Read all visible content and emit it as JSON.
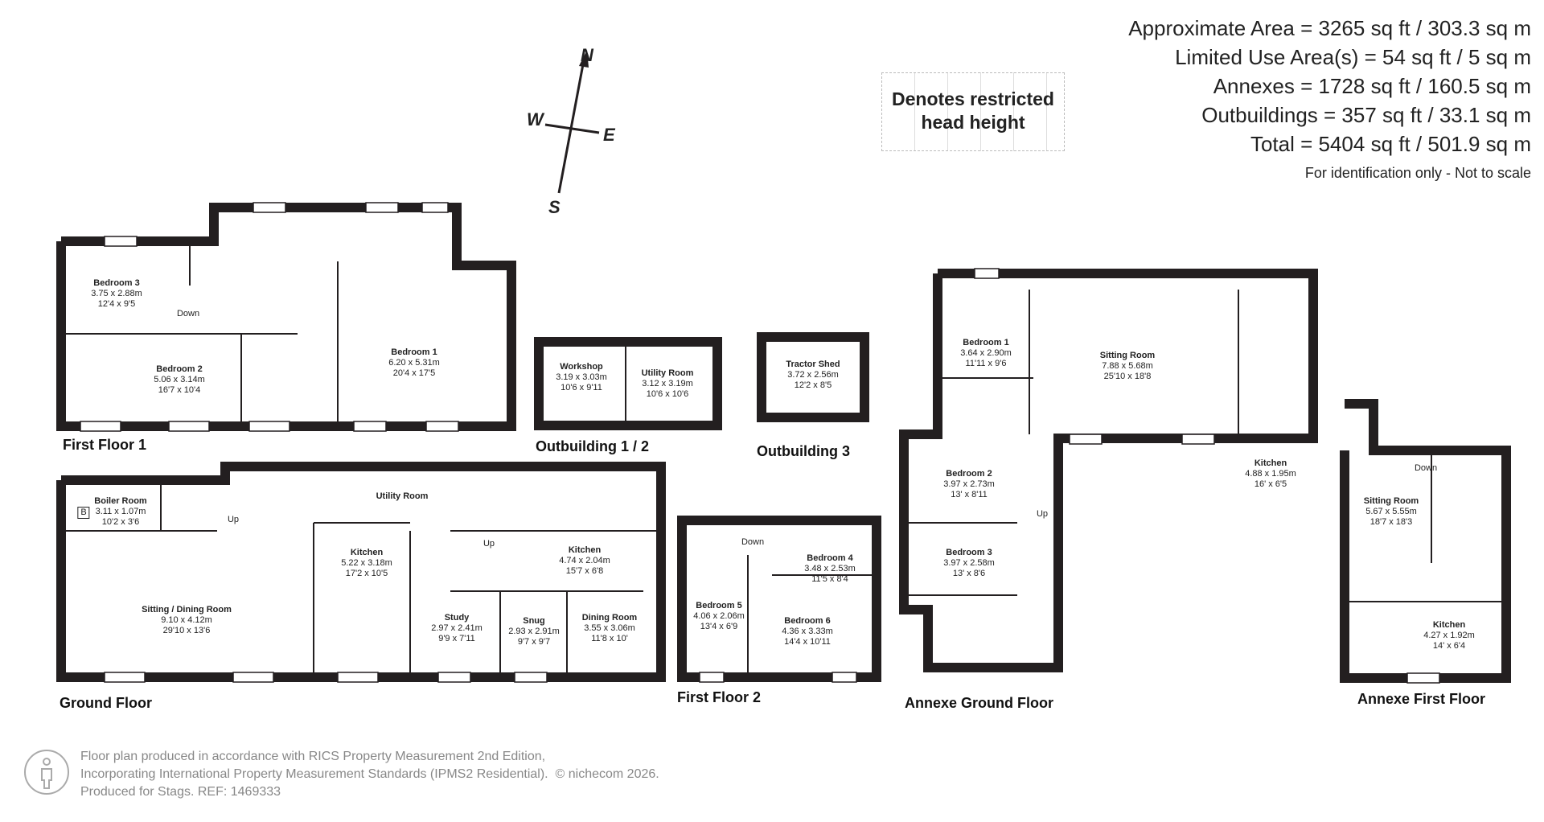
{
  "areas": [
    "Approximate Area = 3265 sq ft / 303.3 sq m",
    "Limited Use Area(s) = 54 sq ft / 5 sq m",
    "Annexes = 1728 sq ft / 160.5 sq m",
    "Outbuildings = 357 sq ft / 33.1 sq m",
    "Total = 5404 sq ft / 501.9 sq m"
  ],
  "note": "For identification only - Not to scale",
  "restricted_label_1": "Denotes restricted",
  "restricted_label_2": "head height",
  "compass": {
    "n": "N",
    "s": "S",
    "e": "E",
    "w": "W"
  },
  "floors": {
    "first_floor_1": "First Floor 1",
    "outbuilding_12": "Outbuilding 1 / 2",
    "outbuilding_3": "Outbuilding 3",
    "ground_floor": "Ground Floor",
    "first_floor_2": "First Floor 2",
    "annexe_ground": "Annexe Ground Floor",
    "annexe_first": "Annexe First Floor"
  },
  "rooms": {
    "bedroom3": {
      "name": "Bedroom 3",
      "m": "3.75 x 2.88m",
      "ft": "12'4 x 9'5"
    },
    "bedroom2": {
      "name": "Bedroom 2",
      "m": "5.06 x 3.14m",
      "ft": "16'7 x 10'4"
    },
    "bedroom1": {
      "name": "Bedroom 1",
      "m": "6.20 x 5.31m",
      "ft": "20'4 x 17'5"
    },
    "down1": "Down",
    "workshop": {
      "name": "Workshop",
      "m": "3.19 x 3.03m",
      "ft": "10'6 x 9'11"
    },
    "utility_out": {
      "name": "Utility Room",
      "m": "3.12 x 3.19m",
      "ft": "10'6 x 10'6"
    },
    "tractor": {
      "name": "Tractor Shed",
      "m": "3.72 x 2.56m",
      "ft": "12'2 x 8'5"
    },
    "boiler": {
      "name": "Boiler Room",
      "m": "3.11 x 1.07m",
      "ft": "10'2 x 3'6"
    },
    "boiler_b": "B",
    "up_g1": "Up",
    "utility_g": {
      "name": "Utility Room"
    },
    "kitchen_g": {
      "name": "Kitchen",
      "m": "5.22 x 3.18m",
      "ft": "17'2 x 10'5"
    },
    "sitting_dining": {
      "name": "Sitting / Dining Room",
      "m": "9.10 x 4.12m",
      "ft": "29'10 x 13'6"
    },
    "study": {
      "name": "Study",
      "m": "2.97 x 2.41m",
      "ft": "9'9 x 7'11"
    },
    "snug": {
      "name": "Snug",
      "m": "2.93 x 2.91m",
      "ft": "9'7 x 9'7"
    },
    "up_g2": "Up",
    "kitchen_g2": {
      "name": "Kitchen",
      "m": "4.74 x 2.04m",
      "ft": "15'7 x 6'8"
    },
    "dining": {
      "name": "Dining Room",
      "m": "3.55 x 3.06m",
      "ft": "11'8 x 10'"
    },
    "down2": "Down",
    "bedroom4": {
      "name": "Bedroom 4",
      "m": "3.48 x 2.53m",
      "ft": "11'5 x 8'4"
    },
    "bedroom5": {
      "name": "Bedroom 5",
      "m": "4.06 x 2.06m",
      "ft": "13'4 x 6'9"
    },
    "bedroom6": {
      "name": "Bedroom 6",
      "m": "4.36 x 3.33m",
      "ft": "14'4 x 10'11"
    },
    "a_bedroom1": {
      "name": "Bedroom 1",
      "m": "3.64 x 2.90m",
      "ft": "11'11 x 9'6"
    },
    "a_sitting": {
      "name": "Sitting Room",
      "m": "7.88 x 5.68m",
      "ft": "25'10 x 18'8"
    },
    "a_kitchen": {
      "name": "Kitchen",
      "m": "4.88 x 1.95m",
      "ft": "16' x 6'5"
    },
    "a_bedroom2": {
      "name": "Bedroom 2",
      "m": "3.97 x 2.73m",
      "ft": "13' x 8'11"
    },
    "a_bedroom3": {
      "name": "Bedroom 3",
      "m": "3.97 x 2.58m",
      "ft": "13' x 8'6"
    },
    "a_up": "Up",
    "af_down": "Down",
    "af_sitting": {
      "name": "Sitting Room",
      "m": "5.67 x 5.55m",
      "ft": "18'7 x 18'3"
    },
    "af_kitchen": {
      "name": "Kitchen",
      "m": "4.27 x 1.92m",
      "ft": "14' x 6'4"
    }
  },
  "footer": {
    "line1": "Floor plan produced in accordance with RICS Property Measurement 2nd Edition,",
    "line2": "Incorporating International Property Measurement Standards (IPMS2 Residential).",
    "copyright": "© nichecom 2026.",
    "line3": "Produced for Stags.   REF: 1469333"
  },
  "colors": {
    "wall": "#231f20",
    "window": "#ffffff",
    "text": "#222222",
    "footer_text": "#888888"
  }
}
